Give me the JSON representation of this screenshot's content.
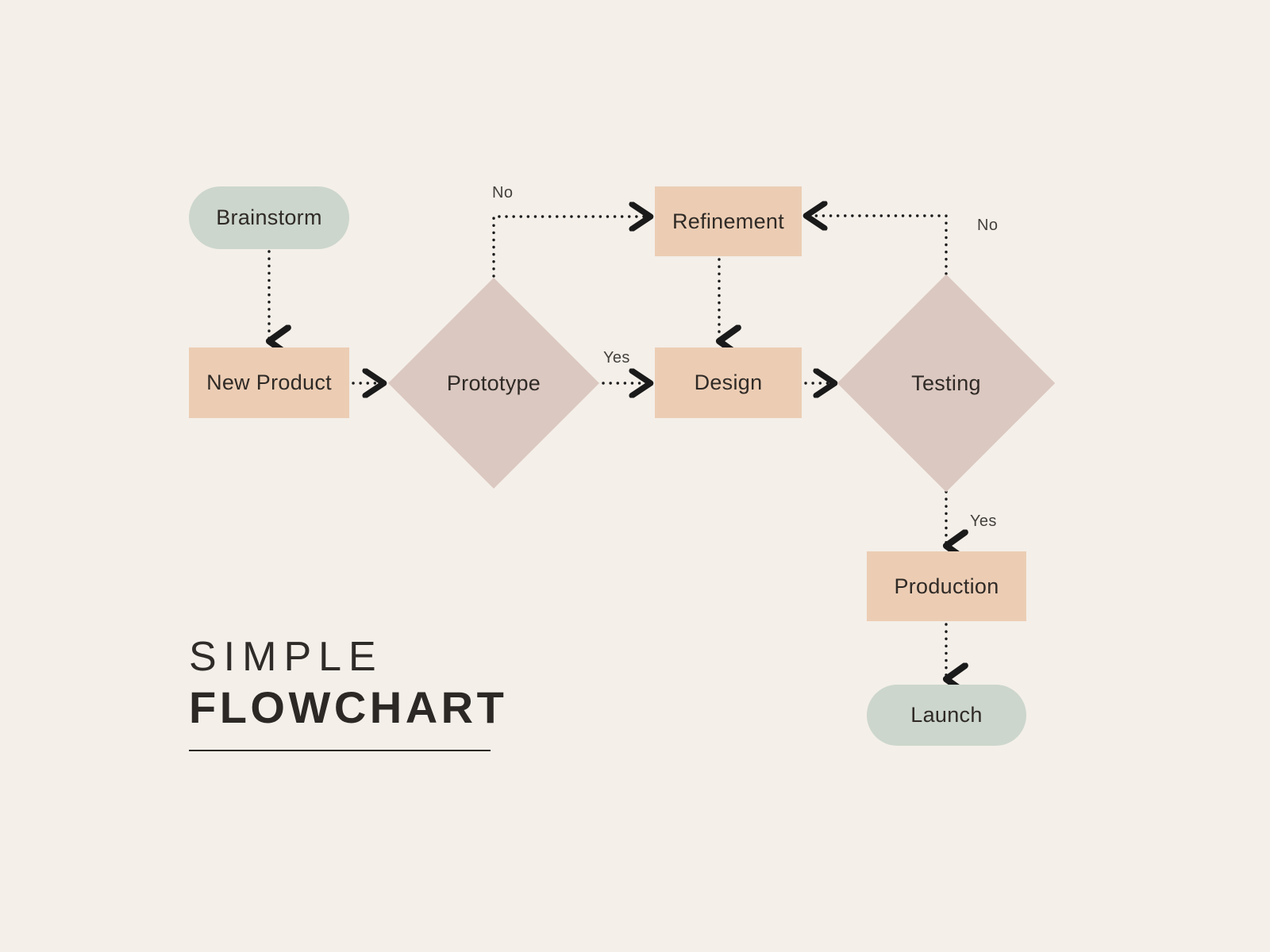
{
  "meta": {
    "background_color": "#f4efe9",
    "terminator_color": "#ccd6cc",
    "process_color": "#eccdb4",
    "decision_color": "#dbc8c0",
    "text_color": "#2f2a26",
    "edge_color": "#1a1a1a"
  },
  "title": {
    "line1": "SIMPLE",
    "line2": "FLOWCHART"
  },
  "nodes": [
    {
      "id": "brainstorm",
      "label": "Brainstorm",
      "shape": "terminator"
    },
    {
      "id": "new-product",
      "label": "New Product",
      "shape": "process"
    },
    {
      "id": "prototype",
      "label": "Prototype",
      "shape": "decision"
    },
    {
      "id": "refinement",
      "label": "Refinement",
      "shape": "process"
    },
    {
      "id": "design",
      "label": "Design",
      "shape": "process"
    },
    {
      "id": "testing",
      "label": "Testing",
      "shape": "decision"
    },
    {
      "id": "production",
      "label": "Production",
      "shape": "process"
    },
    {
      "id": "launch",
      "label": "Launch",
      "shape": "terminator"
    }
  ],
  "edges": [
    {
      "id": "brainstorm-to-new-product",
      "from": "brainstorm",
      "to": "new-product",
      "label": ""
    },
    {
      "id": "new-product-to-prototype",
      "from": "new-product",
      "to": "prototype",
      "label": ""
    },
    {
      "id": "prototype-to-refinement",
      "from": "prototype",
      "to": "refinement",
      "label": "No"
    },
    {
      "id": "prototype-to-design",
      "from": "prototype",
      "to": "design",
      "label": "Yes"
    },
    {
      "id": "refinement-to-design",
      "from": "refinement",
      "to": "design",
      "label": ""
    },
    {
      "id": "design-to-testing",
      "from": "design",
      "to": "testing",
      "label": ""
    },
    {
      "id": "testing-to-refinement",
      "from": "testing",
      "to": "refinement",
      "label": "No"
    },
    {
      "id": "testing-to-production",
      "from": "testing",
      "to": "production",
      "label": "Yes"
    },
    {
      "id": "production-to-launch",
      "from": "production",
      "to": "launch",
      "label": ""
    }
  ],
  "edge_labels": {
    "prototype_no": "No",
    "prototype_yes": "Yes",
    "testing_no": "No",
    "testing_yes": "Yes"
  }
}
